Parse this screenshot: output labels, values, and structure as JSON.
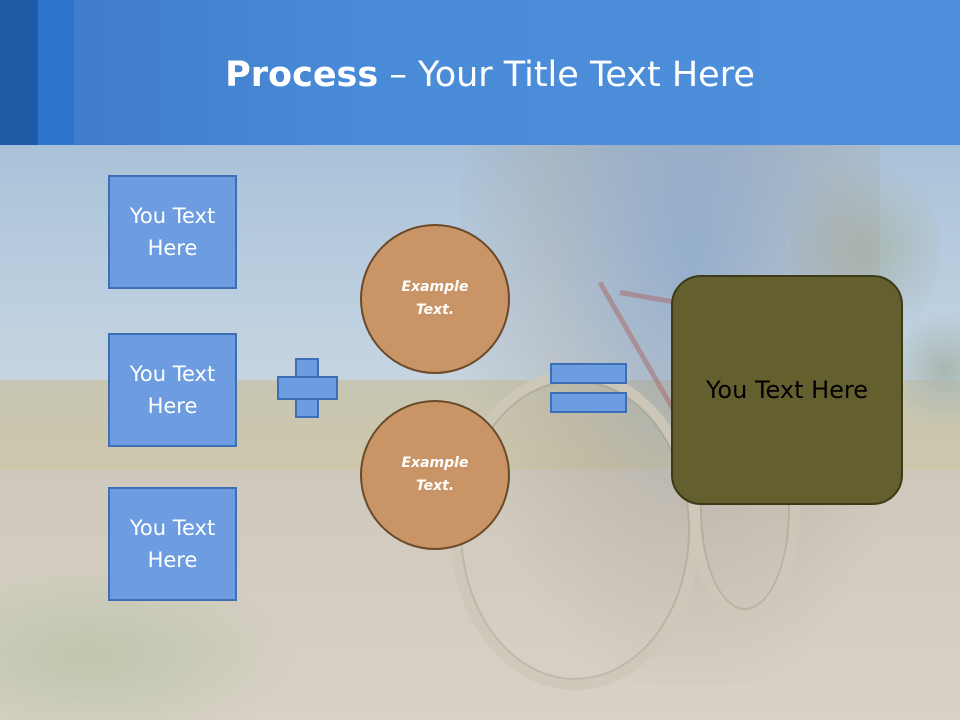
{
  "slide": {
    "title_bold": "Process",
    "title_rest": " – Your Title Text Here",
    "left_boxes": [
      {
        "text": "You Text\nHere"
      },
      {
        "text": "You Text\nHere"
      },
      {
        "text": "You Text\nHere"
      }
    ],
    "circles": [
      {
        "text": "Example\nText."
      },
      {
        "text": "Example\nText."
      }
    ],
    "result_text": "You Text Here"
  },
  "colors": {
    "header": "#4a8bd8",
    "box_fill": "#6d9de0",
    "box_border": "#3c6fb6",
    "circle_fill": "#c99466",
    "result_fill": "#645f2e"
  },
  "icons": {
    "plus": "plus-icon",
    "equals": "equals-icon"
  }
}
